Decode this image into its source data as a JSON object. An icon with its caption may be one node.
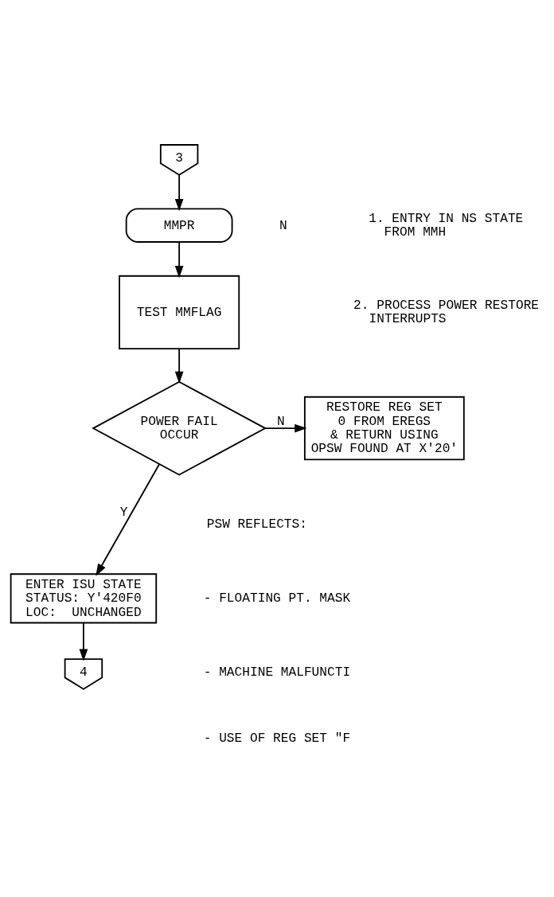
{
  "diagram": {
    "nodes": [
      {
        "text": [
          "3"
        ]
      },
      {
        "text": [
          "MMPR"
        ]
      },
      {
        "text": [
          "TEST MMFLAG"
        ]
      },
      {
        "text": [
          "POWER FAIL OCCUR"
        ]
      },
      {
        "text": [
          "RESTORE REG SET 0 FROM EREGS & RETURN USING OPSW FOUND AT X'20'"
        ]
      },
      {
        "text": [
          "ENTER ISU STATE",
          "STATUS: Y'420F0",
          "LOC:  UNCHANGED"
        ]
      },
      {
        "text": [
          "4"
        ]
      }
    ],
    "edges": [
      {
        "from": 0,
        "to": 1,
        "arrow": "to"
      },
      {
        "from": 1,
        "to": 2,
        "arrow": "to"
      },
      {
        "from": 2,
        "to": 3,
        "arrow": "to"
      },
      {
        "from": 3,
        "to": 4,
        "arrow": "to",
        "label": "N"
      },
      {
        "from": 3,
        "to": 5,
        "arrow": "to",
        "label": "Y"
      },
      {
        "from": 5,
        "to": 6,
        "arrow": "to"
      }
    ],
    "labels": [
      "N",
      "1. ENTRY IN NS STATE FROM MMH",
      "2. PROCESS POWER RESTORE INTERRUPTS",
      "PSW REFLECTS:",
      "- FLOATING PT. MASK",
      "- MACHINE MALFUNCTI",
      "- USE OF REG SET \"F"
    ]
  }
}
